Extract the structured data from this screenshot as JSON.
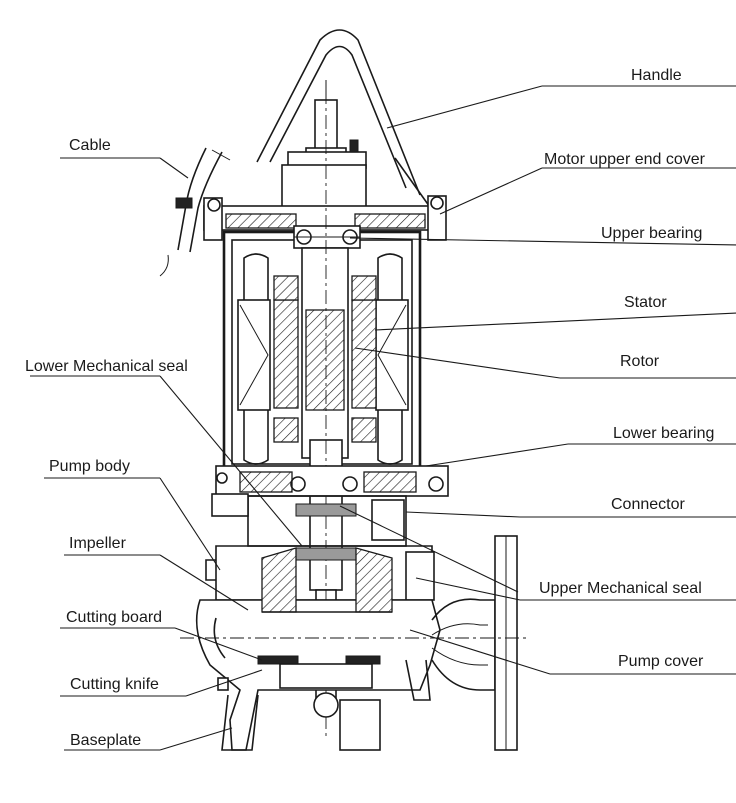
{
  "diagram": {
    "labels": {
      "handle": "Handle",
      "cable": "Cable",
      "motor_upper_end_cover": "Motor upper end cover",
      "upper_bearing": "Upper bearing",
      "stator": "Stator",
      "rotor": "Rotor",
      "lower_mechanical_seal": "Lower Mechanical seal",
      "lower_bearing": "Lower bearing",
      "pump_body": "Pump body",
      "connector": "Connector",
      "impeller": "Impeller",
      "upper_mechanical_seal": "Upper Mechanical seal",
      "cutting_board": "Cutting board",
      "pump_cover": "Pump cover",
      "cutting_knife": "Cutting knife",
      "baseplate": "Baseplate"
    }
  }
}
